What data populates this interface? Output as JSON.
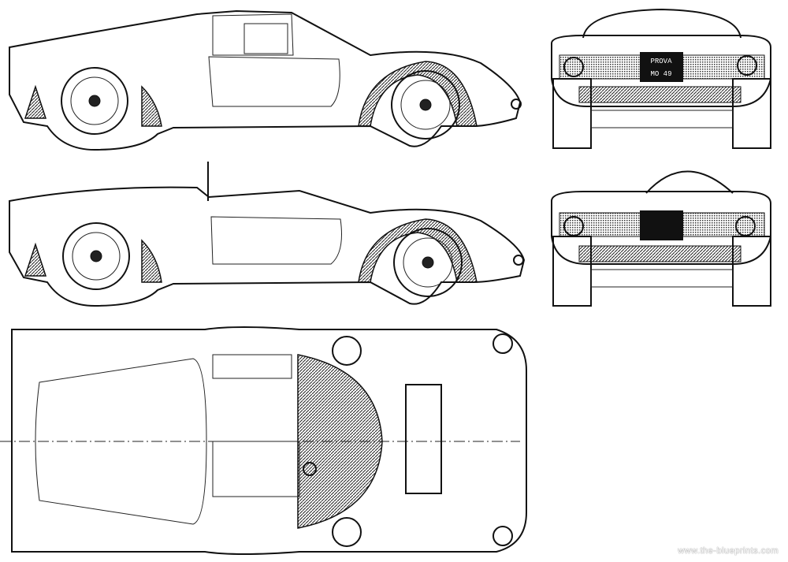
{
  "watermark": "www.the-blueprints.com",
  "plate": {
    "line1": "PROVA",
    "line2": "MO 49"
  },
  "views": [
    "side-closed",
    "side-open",
    "front-closed",
    "front-open",
    "top"
  ]
}
